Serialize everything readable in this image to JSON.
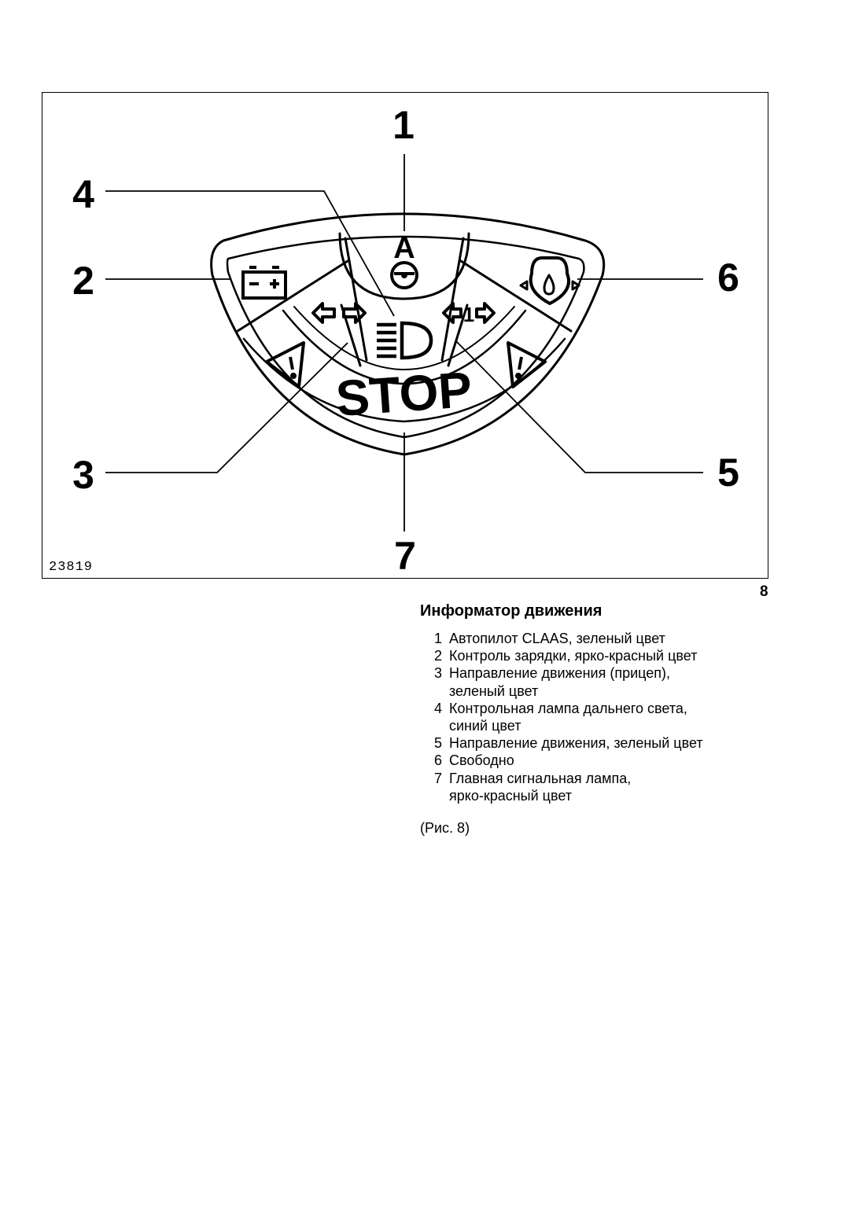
{
  "figure": {
    "number": "23819",
    "callouts": [
      "1",
      "2",
      "3",
      "4",
      "5",
      "6",
      "7"
    ],
    "panel": {
      "top_letter": "A",
      "stop_label": "STOP",
      "gear_digit": "1"
    },
    "icons": [
      "autopilot-icon",
      "battery-icon",
      "trailer-direction-icon",
      "high-beam-icon",
      "direction-indicator-icon",
      "oil-pressure-icon",
      "warning-triangle-icon",
      "stop-lamp"
    ]
  },
  "page_number": "8",
  "section": {
    "title": "Информатор движения",
    "items": [
      {
        "num": "1",
        "text": "Автопилот CLAAS, зеленый цвет"
      },
      {
        "num": "2",
        "text": "Контроль зарядки, ярко-красный цвет"
      },
      {
        "num": "3",
        "text": "Направление движения (прицеп),"
      },
      {
        "num": "",
        "text": "зеленый цвет"
      },
      {
        "num": "4",
        "text": "Контрольная лампа дальнего света,"
      },
      {
        "num": "",
        "text": "синий цвет"
      },
      {
        "num": "5",
        "text": "Направление движения, зеленый цвет"
      },
      {
        "num": "6",
        "text": "Свободно"
      },
      {
        "num": "7",
        "text": "Главная сигнальная лампа,"
      },
      {
        "num": "",
        "text": "ярко-красный цвет"
      }
    ],
    "figure_ref": "(Рис. 8)"
  }
}
